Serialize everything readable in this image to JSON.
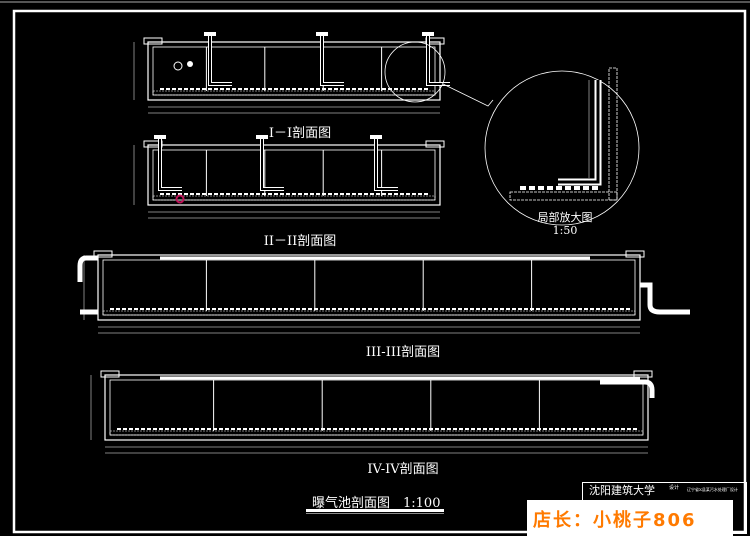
{
  "drawing_title": "曝气池剖面图　1:100",
  "sections": [
    {
      "label": "I－I剖面图"
    },
    {
      "label": "II－II剖面图"
    },
    {
      "label": "III-III剖面图"
    },
    {
      "label": "IV-IV剖面图"
    }
  ],
  "detail": {
    "label": "局部放大图",
    "scale": "1:50"
  },
  "title_block": {
    "school": "沈阳建筑大学",
    "field_a": "设计",
    "field_b": "辽宁省X县某污水处理厂设计"
  },
  "watermark": "店长：小桃子806",
  "colors": {
    "background": "#000000",
    "lines": "#ffffff",
    "marker": "#c0145a",
    "watermark": "#ff7a00"
  }
}
